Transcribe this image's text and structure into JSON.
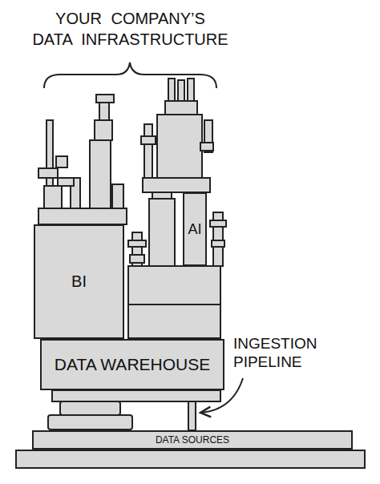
{
  "diagram": {
    "title": "YOUR COMPANY’S DATA INFRASTRUCTURE",
    "nodes": [
      {
        "text": [
          "BI"
        ]
      },
      {
        "text": [
          "AI"
        ]
      },
      {
        "text": [
          "DATA WAREHOUSE"
        ]
      },
      {
        "text": [
          "DATA SOURCES"
        ]
      }
    ],
    "labels": [
      "INGESTION PIPELINE"
    ]
  }
}
